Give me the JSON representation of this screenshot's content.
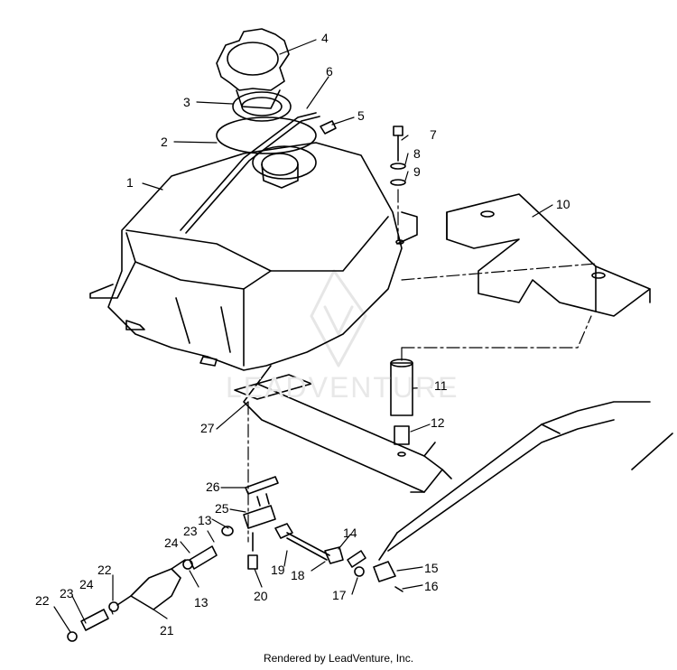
{
  "diagram": {
    "callouts": [
      "1",
      "2",
      "3",
      "4",
      "5",
      "6",
      "7",
      "8",
      "9",
      "10",
      "11",
      "12",
      "13",
      "13",
      "14",
      "15",
      "16",
      "17",
      "18",
      "19",
      "20",
      "21",
      "22",
      "22",
      "23",
      "23",
      "24",
      "24",
      "25",
      "26",
      "27"
    ],
    "watermark": "LEADVENTURE",
    "footer": "Rendered by LeadVenture, Inc."
  }
}
